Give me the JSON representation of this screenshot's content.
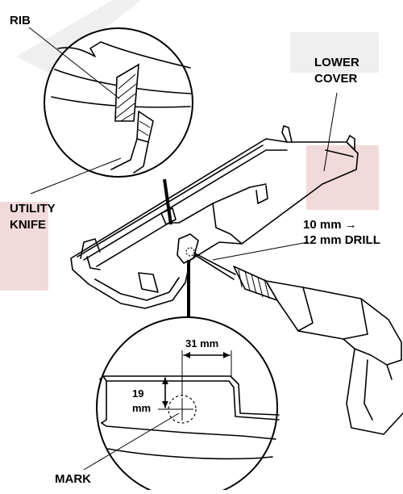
{
  "labels": {
    "rib": "RIB",
    "lower_cover_line1": "LOWER",
    "lower_cover_line2": "COVER",
    "utility_knife_line1": "UTILITY",
    "utility_knife_line2": "KNIFE",
    "drill_line1": "10 mm →",
    "drill_line2": "12 mm DRILL",
    "mark": "MARK"
  },
  "dimensions": {
    "horizontal": "31 mm",
    "vertical_value": "19",
    "vertical_unit": "mm"
  }
}
